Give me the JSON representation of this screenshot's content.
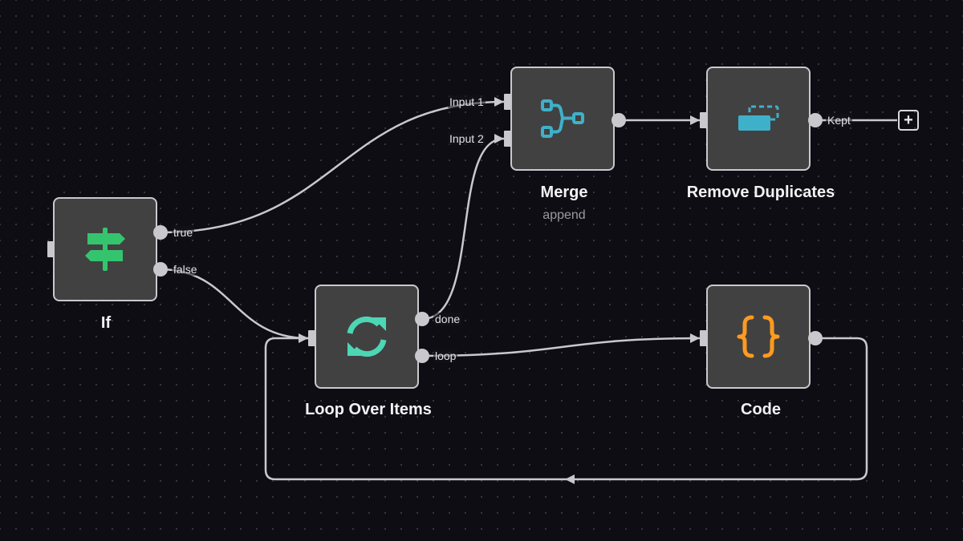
{
  "nodes": {
    "merge": {
      "title": "Merge",
      "subtitle": "append",
      "icon": "merge-icon",
      "inputs": [
        "Input 1",
        "Input 2"
      ]
    },
    "remove_duplicates": {
      "title": "Remove Duplicates",
      "icon": "remove-duplicates-icon",
      "output": "Kept"
    },
    "if": {
      "title": "If",
      "icon": "signpost-icon",
      "outputs": [
        "true",
        "false"
      ]
    },
    "loop": {
      "title": "Loop Over Items",
      "icon": "loop-icon",
      "outputs": [
        "done",
        "loop"
      ]
    },
    "code": {
      "title": "Code",
      "icon": "code-braces-icon"
    }
  },
  "add_node_icon": "+",
  "colors": {
    "background": "#0e0d13",
    "node": "#414141",
    "node_border": "#c9c9cd",
    "edge": "#c9c9cd",
    "merge_accent": "#3fb0c9",
    "if_accent": "#35c46e",
    "loop_accent": "#4dd6b4",
    "code_accent": "#ff9a1f"
  }
}
